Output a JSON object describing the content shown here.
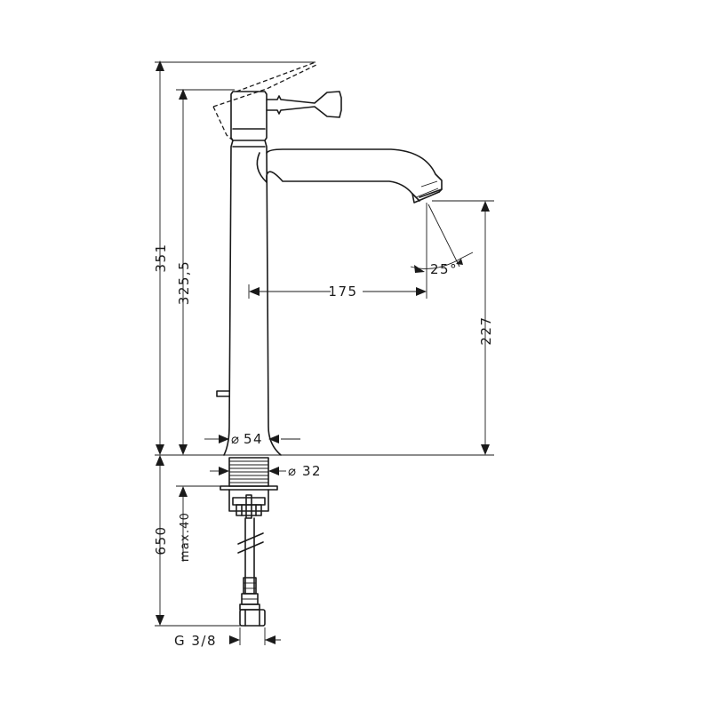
{
  "dimensions": {
    "overall_height": "351",
    "lever_height": "325,5",
    "spout_reach": "175",
    "spout_height": "227",
    "spout_angle": "25°",
    "body_diameter": "54",
    "shank_diameter": "32",
    "base_length": "650",
    "max_thickness": "max.40",
    "connection_thread": "G 3/8"
  },
  "symbols": {
    "diameter": "⌀"
  }
}
